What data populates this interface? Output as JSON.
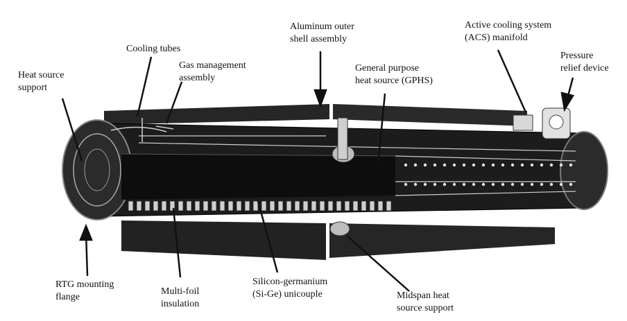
{
  "labels": {
    "cooling_tubes": [
      "Cooling tubes"
    ],
    "gas_management": [
      "Gas management",
      "assembly"
    ],
    "heat_source_support": [
      "Heat source",
      "support"
    ],
    "aluminum_shell": [
      "Aluminum outer",
      "shell assembly"
    ],
    "gphs": [
      "General purpose",
      "heat source (GPHS)"
    ],
    "acs_manifold": [
      "Active cooling system",
      "(ACS) manifold"
    ],
    "pressure_relief": [
      "Pressure",
      "relief device"
    ],
    "rtg_flange": [
      "RTG mounting",
      "flange"
    ],
    "multi_foil": [
      "Multi-foil",
      "insulation"
    ],
    "sige_unicouple": [
      "Silicon-germanium",
      "(Si-Ge) unicouple"
    ],
    "midspan_support": [
      "Midspan heat",
      "source support"
    ]
  },
  "colors": {
    "ink": "#111111",
    "body_dark": "#1c1c1c",
    "fin": "#262626",
    "shell_light": "#d8d8d8"
  }
}
